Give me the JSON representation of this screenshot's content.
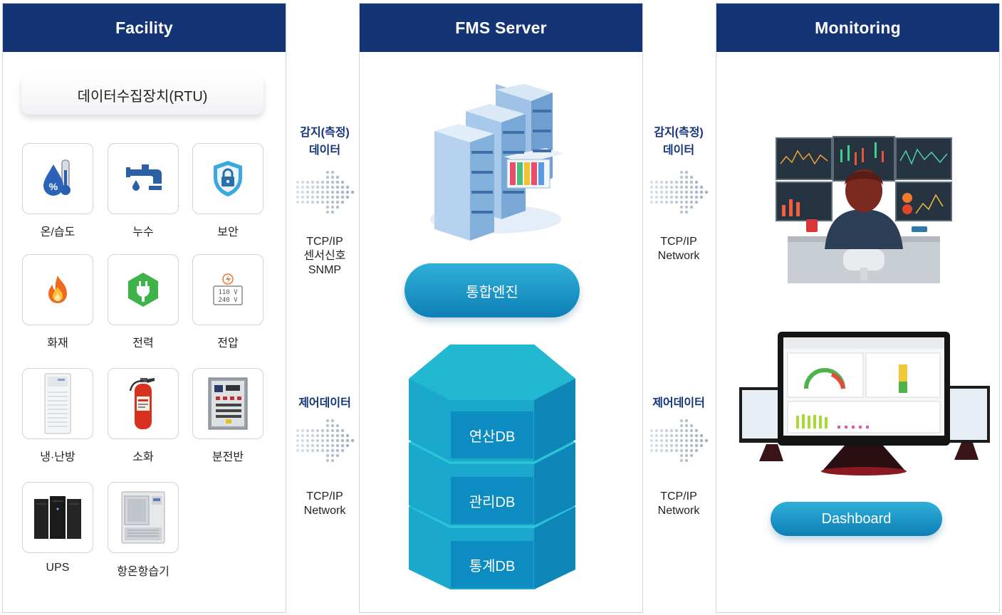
{
  "facility": {
    "title": "Facility",
    "rtu_label": "데이터수집장치(RTU)",
    "items": [
      {
        "label": "온/습도",
        "icon": "thermo-humidity-icon"
      },
      {
        "label": "누수",
        "icon": "leak-faucet-icon"
      },
      {
        "label": "보안",
        "icon": "security-shield-icon"
      },
      {
        "label": "화재",
        "icon": "fire-icon"
      },
      {
        "label": "전력",
        "icon": "power-plug-icon"
      },
      {
        "label": "전압",
        "icon": "voltage-meter-icon"
      },
      {
        "label": "냉·난방",
        "icon": "air-conditioner-icon"
      },
      {
        "label": "소화",
        "icon": "fire-extinguisher-icon"
      },
      {
        "label": "분전반",
        "icon": "distribution-panel-icon"
      },
      {
        "label": "UPS",
        "icon": "ups-icon"
      },
      {
        "label": "항온항습기",
        "icon": "thermo-hygrostat-icon"
      }
    ]
  },
  "left_link": {
    "sense_title_1": "감지(측정)",
    "sense_title_2": "데이터",
    "sense_proto_1": "TCP/IP",
    "sense_proto_2": "센서신호",
    "sense_proto_3": "SNMP",
    "control_title": "제어데이터",
    "control_proto_1": "TCP/IP",
    "control_proto_2": "Network"
  },
  "server": {
    "title": "FMS Server",
    "engine_label": "통합엔진",
    "db_labels": [
      "연산DB",
      "관리DB",
      "통계DB"
    ]
  },
  "right_link": {
    "sense_title_1": "감지(측정)",
    "sense_title_2": "데이터",
    "sense_proto_1": "TCP/IP",
    "sense_proto_2": "Network",
    "control_title": "제어데이터",
    "control_proto_1": "TCP/IP",
    "control_proto_2": "Network"
  },
  "monitoring": {
    "title": "Monitoring",
    "dashboard_label": "Dashboard"
  },
  "colors": {
    "header": "#143476",
    "accent": "#14337a",
    "cyan": "#21b8d2",
    "pill": "#1a9bd0"
  }
}
